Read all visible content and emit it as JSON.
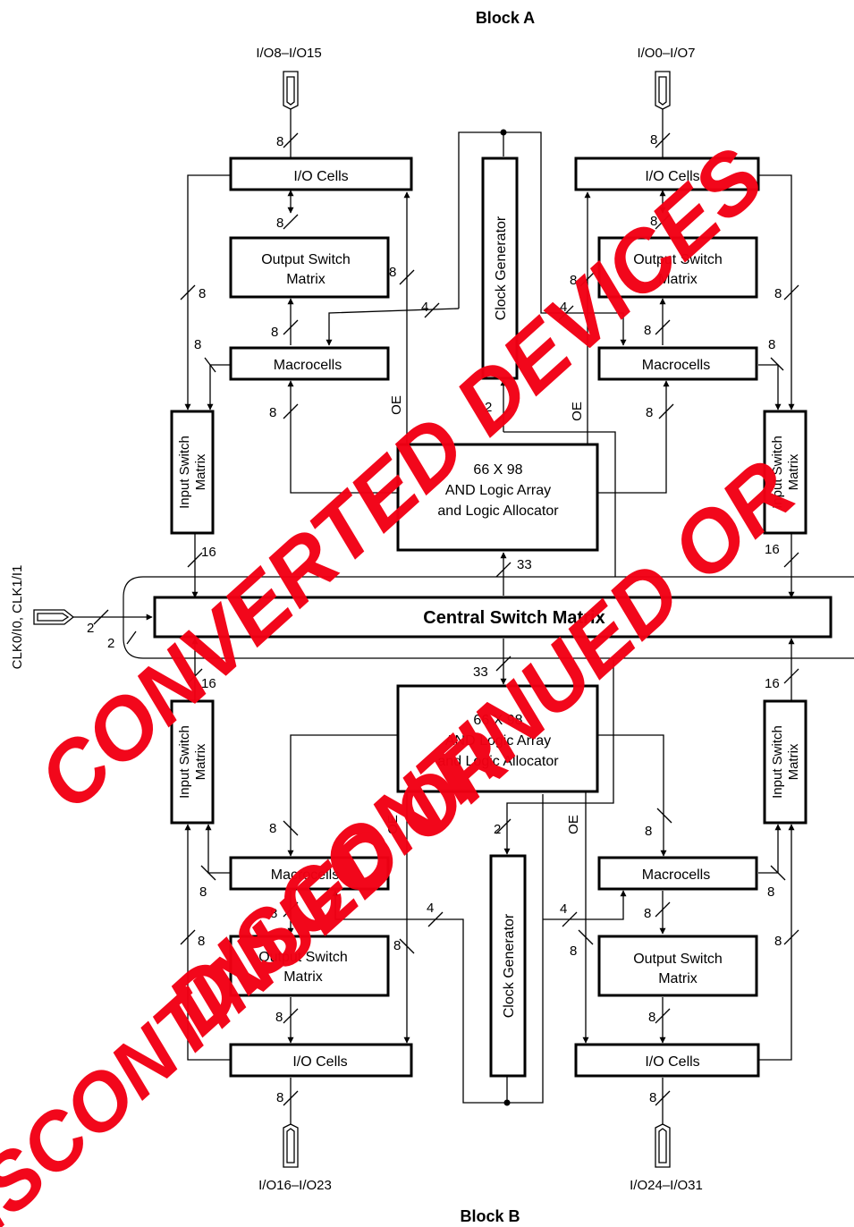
{
  "titles": {
    "top": "Block A",
    "bottom": "Block B"
  },
  "pins": {
    "top_left": "I/O8–I/O15",
    "top_right": "I/O0–I/O7",
    "bottom_left": "I/O16–I/O23",
    "bottom_right": "I/O24–I/O31",
    "clock": "CLK0/I0, CLK1/I1"
  },
  "blocks": {
    "io_cells": "I/O Cells",
    "output_switch_line1": "Output Switch",
    "output_switch_line2": "Matrix",
    "macrocells": "Macrocells",
    "input_switch_line1": "Input Switch",
    "input_switch_line2": "Matrix",
    "clock_generator": "Clock Generator",
    "and_array_line1": "66 X 98",
    "and_array_line2": "AND Logic Array",
    "and_array_line3": "and Logic Allocator",
    "central": "Central Switch Matrix"
  },
  "bus": {
    "w8": "8",
    "w4": "4",
    "w2": "2",
    "w16": "16",
    "w33": "33",
    "oe": "OE"
  },
  "watermark": {
    "line1": "CONVERTED DEVICES",
    "line2": "DISCONTINUED OR",
    "line3": "DISCONTINUED OR",
    "color": "#f20014"
  }
}
